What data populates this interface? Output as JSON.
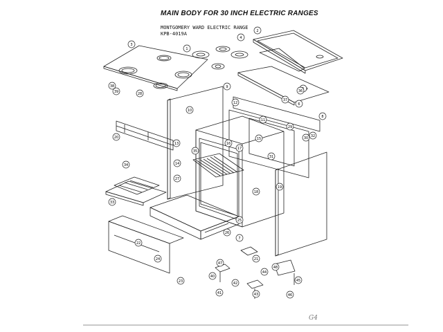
{
  "header": {
    "title": "MAIN BODY FOR 30 INCH ELECTRIC RANGES",
    "subtitle_line1": "MONTGOMERY WARD ELECTRIC RANGE",
    "subtitle_line2": "KPB-4019A"
  },
  "corner_mark": "G4",
  "callouts": [
    {
      "id": "c1",
      "label": "1"
    },
    {
      "id": "c2",
      "label": "2"
    },
    {
      "id": "c3",
      "label": "3"
    },
    {
      "id": "c4",
      "label": "4"
    },
    {
      "id": "c5",
      "label": "5"
    },
    {
      "id": "c6",
      "label": "6"
    },
    {
      "id": "c7",
      "label": "7"
    },
    {
      "id": "c8",
      "label": "8"
    },
    {
      "id": "c9",
      "label": "9"
    },
    {
      "id": "c10",
      "label": "10"
    },
    {
      "id": "c11",
      "label": "11"
    },
    {
      "id": "c12",
      "label": "12"
    },
    {
      "id": "c13",
      "label": "13"
    },
    {
      "id": "c14",
      "label": "14"
    },
    {
      "id": "c15",
      "label": "15"
    },
    {
      "id": "c16",
      "label": "16"
    },
    {
      "id": "c17",
      "label": "17"
    },
    {
      "id": "c18",
      "label": "18"
    },
    {
      "id": "c19",
      "label": "19"
    },
    {
      "id": "c20",
      "label": "20"
    },
    {
      "id": "c21",
      "label": "21"
    },
    {
      "id": "c22",
      "label": "22"
    },
    {
      "id": "c23",
      "label": "23"
    },
    {
      "id": "c24",
      "label": "24"
    },
    {
      "id": "c25",
      "label": "25"
    },
    {
      "id": "c26",
      "label": "26"
    },
    {
      "id": "c27",
      "label": "27"
    },
    {
      "id": "c28",
      "label": "28"
    },
    {
      "id": "c29",
      "label": "29"
    },
    {
      "id": "c30",
      "label": "30"
    },
    {
      "id": "c31",
      "label": "31"
    },
    {
      "id": "c32",
      "label": "32"
    },
    {
      "id": "c33",
      "label": "33"
    },
    {
      "id": "c34",
      "label": "34"
    },
    {
      "id": "c35",
      "label": "35"
    },
    {
      "id": "c36",
      "label": "36"
    },
    {
      "id": "c37",
      "label": "37"
    },
    {
      "id": "c38",
      "label": "38"
    },
    {
      "id": "c39",
      "label": "39"
    },
    {
      "id": "c40",
      "label": "40"
    },
    {
      "id": "c41",
      "label": "41"
    },
    {
      "id": "c42",
      "label": "42"
    },
    {
      "id": "c43",
      "label": "43"
    },
    {
      "id": "c44",
      "label": "44"
    },
    {
      "id": "c45",
      "label": "45"
    },
    {
      "id": "c46",
      "label": "46"
    },
    {
      "id": "c47",
      "label": "47"
    },
    {
      "id": "c48",
      "label": "48"
    }
  ]
}
